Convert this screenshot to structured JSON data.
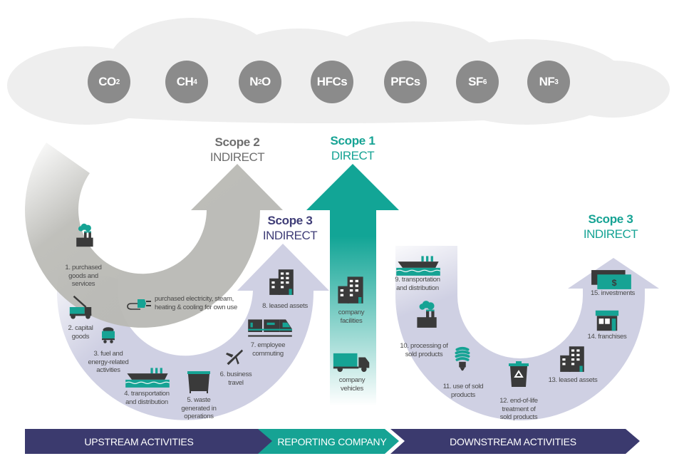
{
  "gases": [
    {
      "base": "CO",
      "sub": "2"
    },
    {
      "base": "CH",
      "sub": "4"
    },
    {
      "base": "N",
      "sub": "2",
      "tail": "O"
    },
    {
      "base": "HFCs",
      "sub": ""
    },
    {
      "base": "PFCs",
      "sub": ""
    },
    {
      "base": "SF",
      "sub": "6"
    },
    {
      "base": "NF",
      "sub": "3"
    }
  ],
  "scopes": {
    "scope2": {
      "title": "Scope 2",
      "subtitle": "INDIRECT",
      "color": "#6e6e6e"
    },
    "scope1": {
      "title": "Scope 1",
      "subtitle": "DIRECT",
      "color": "#16a394"
    },
    "scope3_up": {
      "title": "Scope 3",
      "subtitle": "INDIRECT",
      "color": "#3f3d77"
    },
    "scope3_down": {
      "title": "Scope 3",
      "subtitle": "INDIRECT",
      "color": "#16a394"
    }
  },
  "upstream": [
    {
      "label": "1. purchased\ngoods and\nservices",
      "icon": "factory-icon"
    },
    {
      "label": "2. capital\ngoods",
      "icon": "crane-truck-icon"
    },
    {
      "label": "3. fuel and\nenergy-related\nactivities",
      "icon": "rail-car-icon"
    },
    {
      "label": "4. transportation\nand distribution",
      "icon": "ship-icon"
    },
    {
      "label": "5. waste\ngenerated in\noperations",
      "icon": "dumpster-icon"
    },
    {
      "label": "6. business\ntravel",
      "icon": "airplane-icon"
    },
    {
      "label": "7. employee\ncommuting",
      "icon": "train-icon"
    },
    {
      "label": "8. leased assets",
      "icon": "building-icon"
    }
  ],
  "scope2_item": {
    "label": "purchased electricity, steam,\nheating & cooling for own use",
    "icon": "power-plug-icon"
  },
  "company": [
    {
      "label": "company\nfacilities",
      "icon": "building-icon"
    },
    {
      "label": "company\nvehicles",
      "icon": "truck-icon"
    }
  ],
  "downstream": [
    {
      "label": "9. transportation\nand distribution",
      "icon": "ship-icon"
    },
    {
      "label": "10. processing of\nsold products",
      "icon": "factory-icon"
    },
    {
      "label": "11. use of sold\nproducts",
      "icon": "lightbulb-icon"
    },
    {
      "label": "12. end-of-life\ntreatment of\nsold products",
      "icon": "recycle-bin-icon"
    },
    {
      "label": "13. leased assets",
      "icon": "building-icon"
    },
    {
      "label": "14. franchises",
      "icon": "storefront-icon"
    },
    {
      "label": "15. investments",
      "icon": "money-icon"
    }
  ],
  "bottom_bar": {
    "upstream": "UPSTREAM ACTIVITIES",
    "reporting": "REPORTING COMPANY",
    "downstream": "DOWNSTREAM ACTIVITIES"
  },
  "colors": {
    "teal": "#16a394",
    "navy": "#3b3a6e",
    "lavender": "#cfd0e3",
    "gray_arrow": "#b9b9b4",
    "gas_circle": "#8b8b8b",
    "cloud": "#eeeeee",
    "icon_dark": "#3a3a3a"
  }
}
